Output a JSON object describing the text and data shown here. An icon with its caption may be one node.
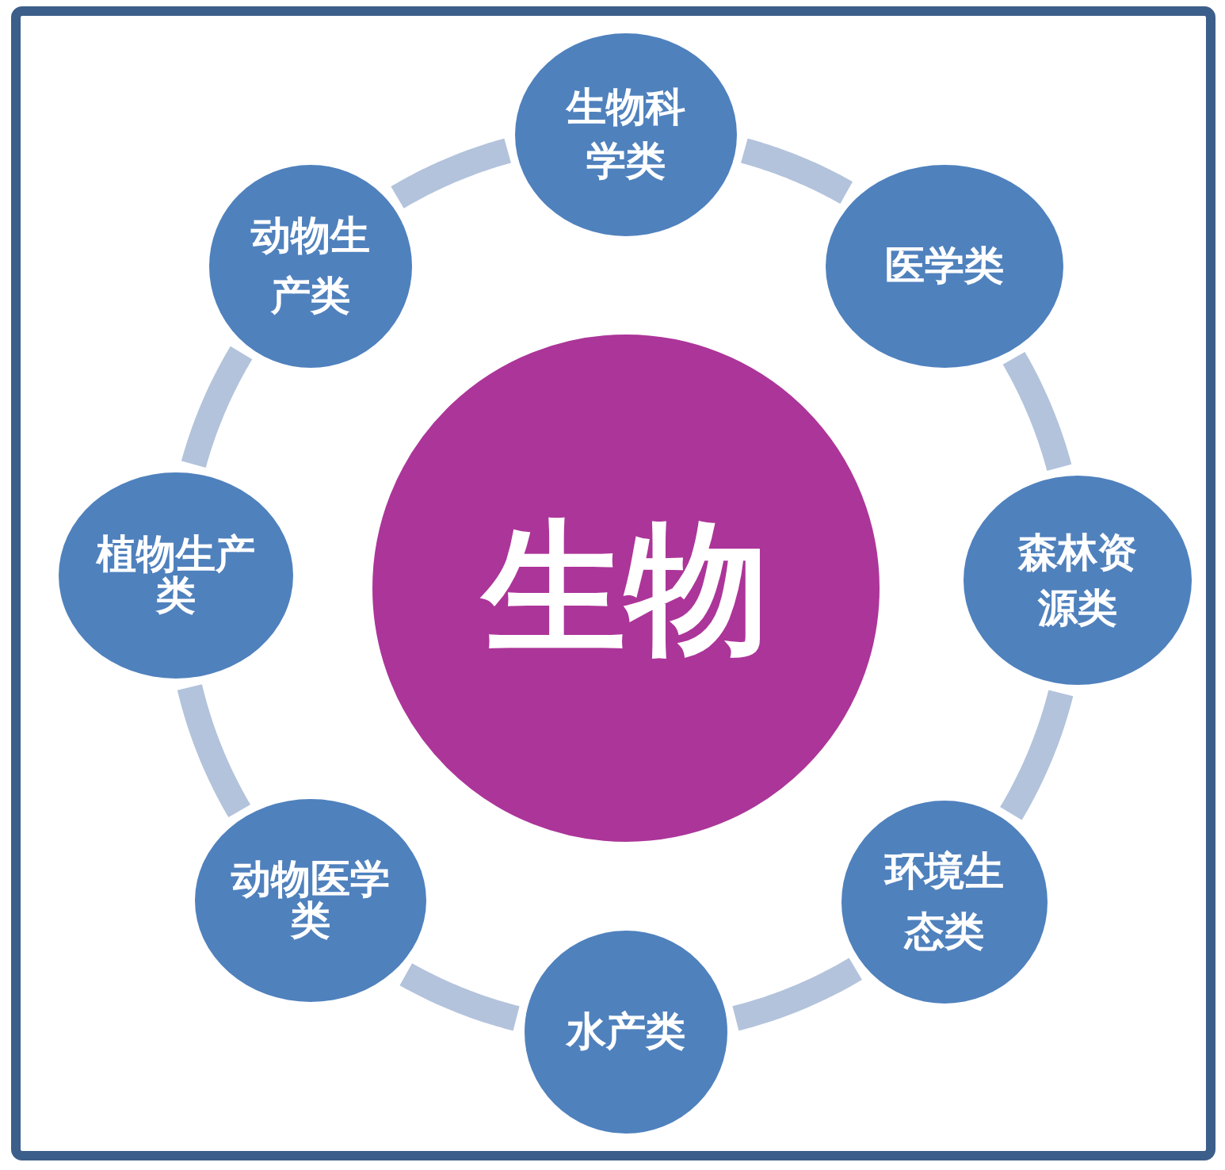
{
  "diagram": {
    "nodes": [
      {
        "text": [
          "生物"
        ]
      },
      {
        "text": [
          "生物科学类"
        ]
      },
      {
        "text": [
          "医学类"
        ]
      },
      {
        "text": [
          "森林资源类"
        ]
      },
      {
        "text": [
          "环境生态类"
        ]
      },
      {
        "text": [
          "水产类"
        ]
      },
      {
        "text": [
          "动物医学类"
        ]
      },
      {
        "text": [
          "植物生产类"
        ]
      },
      {
        "text": [
          "动物生产类"
        ]
      }
    ],
    "edges": [
      {
        "from": 1,
        "to": 2,
        "arrow": "none"
      },
      {
        "from": 2,
        "to": 3,
        "arrow": "none"
      },
      {
        "from": 3,
        "to": 4,
        "arrow": "none"
      },
      {
        "from": 4,
        "to": 5,
        "arrow": "none"
      },
      {
        "from": 5,
        "to": 6,
        "arrow": "none"
      },
      {
        "from": 6,
        "to": 7,
        "arrow": "none"
      },
      {
        "from": 7,
        "to": 8,
        "arrow": "none"
      },
      {
        "from": 8,
        "to": 1,
        "arrow": "none"
      }
    ]
  }
}
